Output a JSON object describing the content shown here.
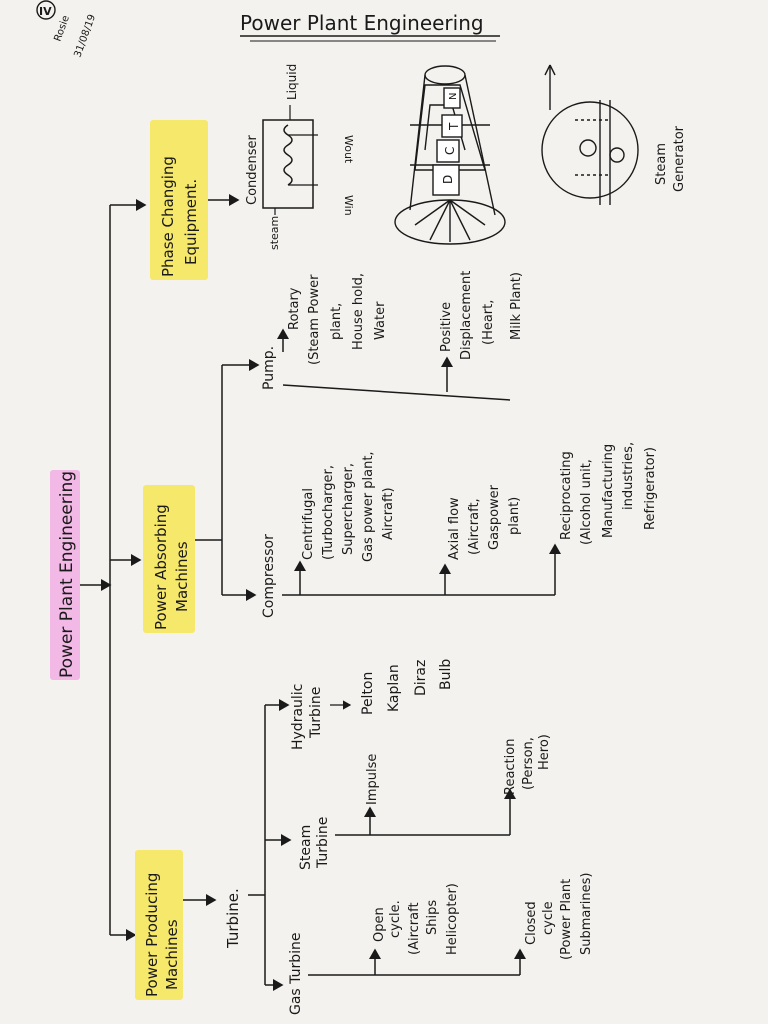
{
  "title": "Power Plant Engineering",
  "mark": {
    "circle": "IV",
    "sign": "Rosie",
    "date": "31/08/19"
  },
  "root": "Power Plant Engineering",
  "branches": {
    "producing": {
      "line1": "Power Producing",
      "line2": "Machines"
    },
    "absorbing": {
      "line1": "Power Absorbing",
      "line2": "Machines"
    },
    "phase": {
      "line1": "Phase Changing",
      "line2": "Equipment."
    }
  },
  "turbine": {
    "label": "Turbine.",
    "gas": "Gas Turbine",
    "gas_open": [
      "Open",
      "cycle.",
      "(Aircraft",
      "Ships",
      "Helicopter)"
    ],
    "gas_closed": [
      "Closed",
      "cycle",
      "(Power Plant",
      "Submarines)"
    ],
    "steam": [
      "Steam",
      "Turbine"
    ],
    "impulse": "Impulse",
    "reaction": [
      "Reaction",
      "(Person,",
      "Hero)"
    ],
    "hydraulic": [
      "Hydraulic",
      "Turbine"
    ],
    "hydraulic_types": [
      "Pelton",
      "Kaplan",
      "Diraz",
      "Bulb"
    ]
  },
  "compressor": {
    "label": "Compressor",
    "centrifugal": [
      "Centrifugal",
      "(Turbocharger,",
      "Supercharger,",
      "Gas power plant,",
      "Aircraft)"
    ],
    "axial": [
      "Axial flow",
      "(Aircraft,",
      "Gaspower",
      "plant)"
    ],
    "reciprocating": [
      "Reciprocating",
      "(Alcohol unit,",
      "Manufacturing",
      "industries,",
      "Refrigerator)"
    ]
  },
  "pump": {
    "label": "Pump.",
    "rotary": [
      "Rotary",
      "(Steam Power",
      "plant,",
      "House hold,",
      "Water"
    ],
    "positive": [
      "Positive",
      "Displacement",
      "(Heart,",
      "Milk Plant)"
    ]
  },
  "condenser": {
    "label": "Condenser",
    "steam": "steam",
    "liquid": "Liquid",
    "win": "Win",
    "wout": "Wout"
  },
  "engine_letters": [
    "D",
    "C",
    "T",
    "N"
  ],
  "steam_generator": [
    "Steam",
    "Generator"
  ]
}
